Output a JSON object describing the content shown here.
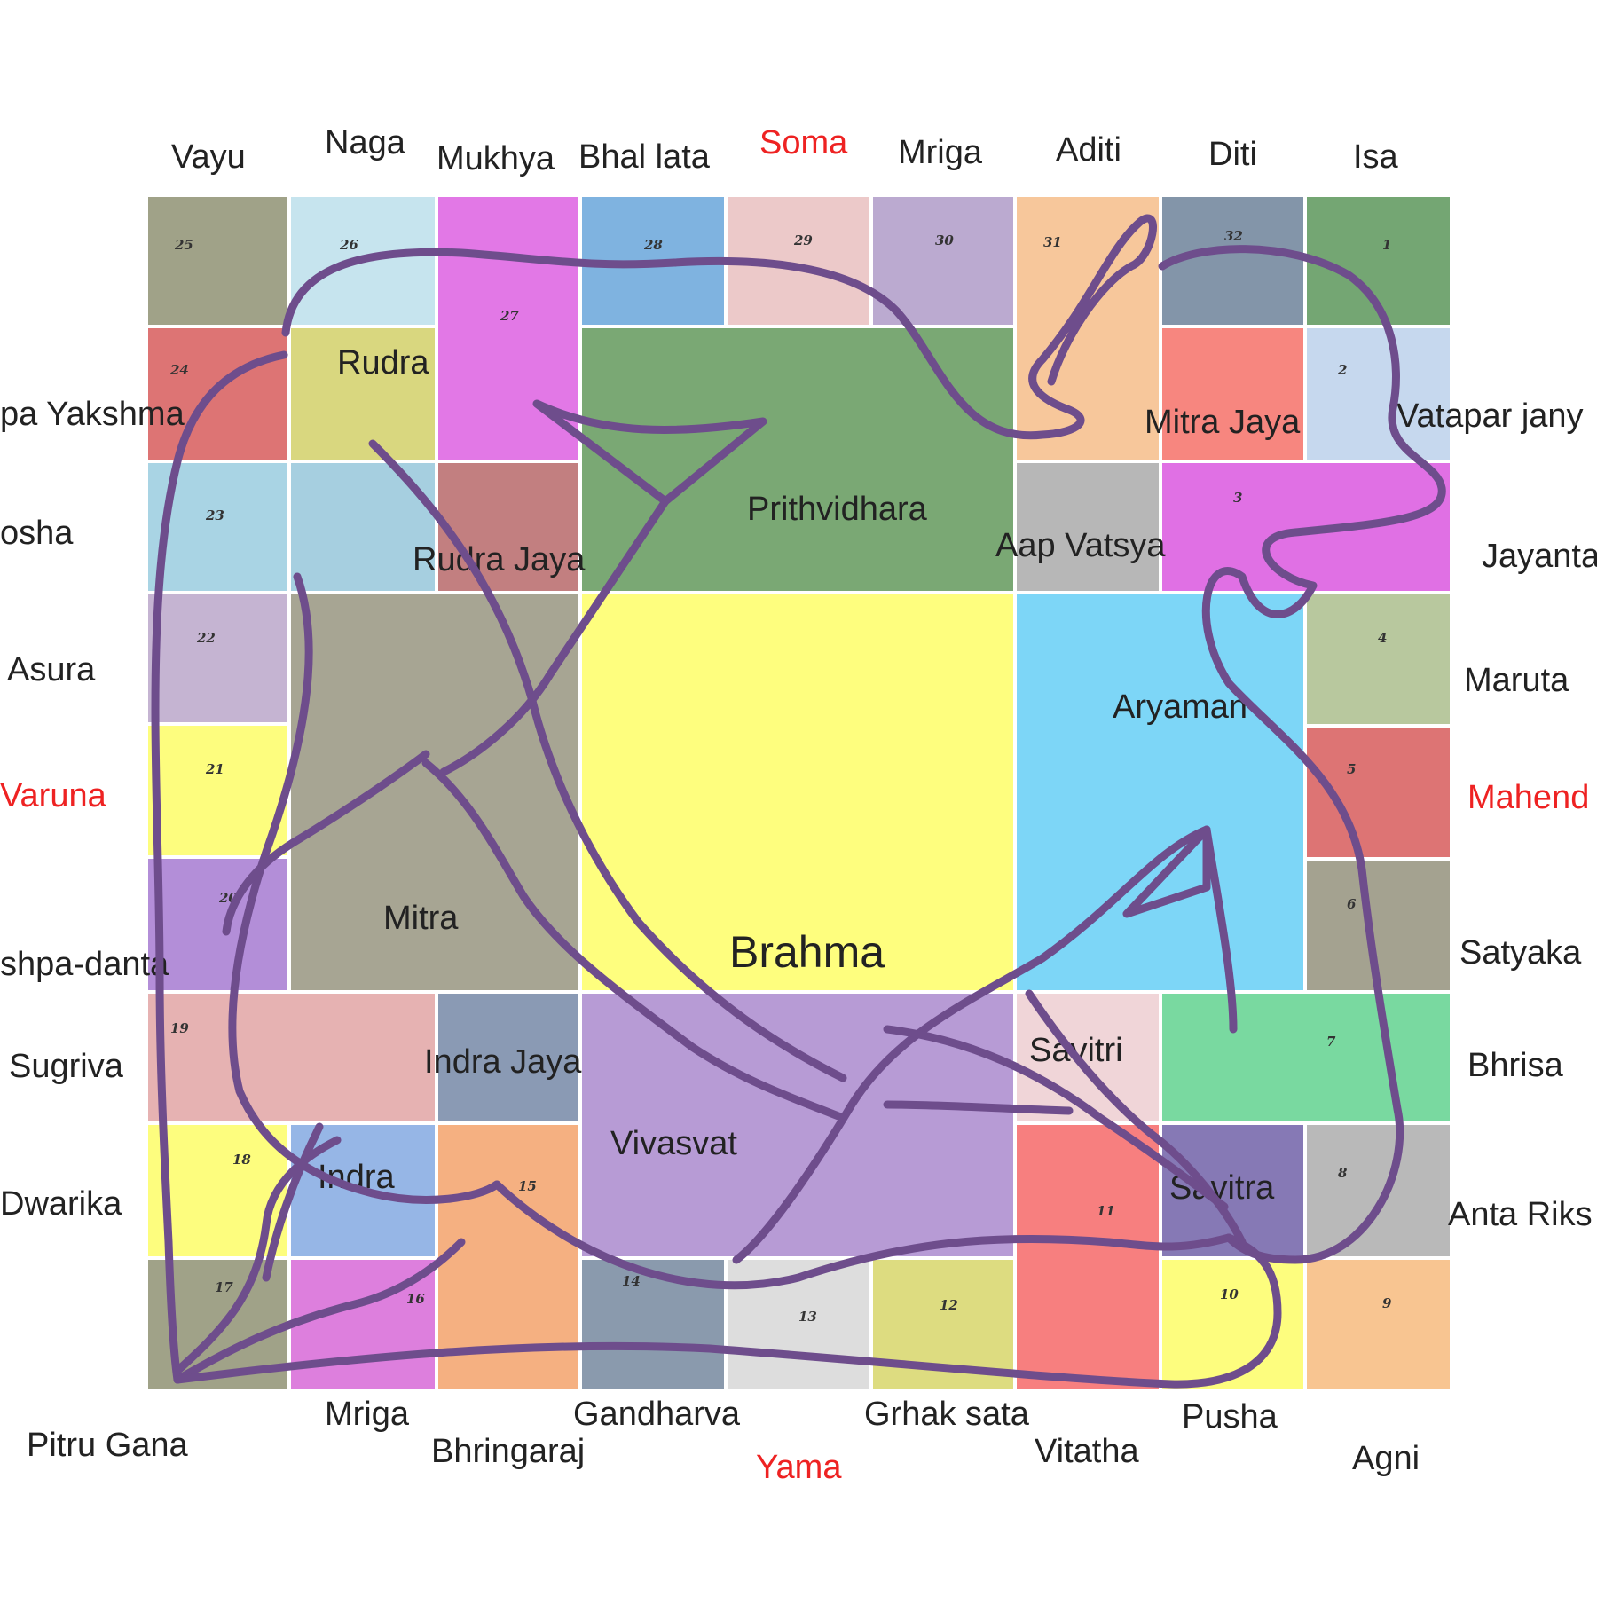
{
  "colors": {
    "figure_stroke": "#6e4d8c",
    "highlight_text": "#ee2222",
    "cell_white_border": "#ffffff"
  },
  "cells": [
    {
      "id": "c25",
      "num": "25",
      "color": "#a0a288"
    },
    {
      "id": "c26",
      "num": "26",
      "color": "#c6e4ee"
    },
    {
      "id": "c27",
      "num": "27",
      "color": "#e278e6"
    },
    {
      "id": "c28",
      "num": "28",
      "color": "#7fb3e0"
    },
    {
      "id": "c29",
      "num": "29",
      "color": "#ecc9c9"
    },
    {
      "id": "c30",
      "num": "30",
      "color": "#bbaad0"
    },
    {
      "id": "c31",
      "num": "31",
      "color": "#f7c79b"
    },
    {
      "id": "c32",
      "num": "32",
      "color": "#8395a9"
    },
    {
      "id": "c1",
      "num": "1",
      "color": "#74a673"
    },
    {
      "id": "c24",
      "num": "24",
      "color": "#dd7474"
    },
    {
      "id": "rudra",
      "label": "Rudra",
      "color": "#d9d77f"
    },
    {
      "id": "prithvidhara",
      "label": "Prithvidhara",
      "color": "#7aa874"
    },
    {
      "id": "mitrajaya",
      "label": "Mitra Jaya",
      "color": "#f7867f"
    },
    {
      "id": "c2",
      "num": "2",
      "color": "#c6d8ee"
    },
    {
      "id": "c23",
      "num": "23",
      "color": "#a9d4e4"
    },
    {
      "id": "rudrajaya_upper",
      "color": "#a6cfe0"
    },
    {
      "id": "rudrajaya",
      "label": "Rudra Jaya",
      "color": "#c27f80"
    },
    {
      "id": "aapvatsya",
      "label": "Aap Vatsya",
      "color": "#b7b7b7"
    },
    {
      "id": "c3",
      "num": "3",
      "color": "#e070e4"
    },
    {
      "id": "c22",
      "num": "22",
      "color": "#c5b4d2"
    },
    {
      "id": "mitra",
      "label": "Mitra",
      "color": "#a7a593"
    },
    {
      "id": "brahma",
      "label": "Brahma",
      "color": "#fefe7e"
    },
    {
      "id": "aryaman",
      "label": "Aryaman",
      "color": "#7dd6f7"
    },
    {
      "id": "c4",
      "num": "4",
      "color": "#b8c89e"
    },
    {
      "id": "c21",
      "num": "21",
      "color": "#fdfd7e"
    },
    {
      "id": "c5",
      "num": "5",
      "color": "#dd7474"
    },
    {
      "id": "c20",
      "num": "20",
      "color": "#b38ed8"
    },
    {
      "id": "c6",
      "num": "6",
      "color": "#a4a290"
    },
    {
      "id": "c19",
      "num": "19",
      "color": "#e6b2b2"
    },
    {
      "id": "indrajaya",
      "label": "Indra Jaya",
      "color": "#8a9ab4"
    },
    {
      "id": "vivasvat",
      "label": "Vivasvat",
      "color": "#b79bd5"
    },
    {
      "id": "savitri",
      "label": "Savitri",
      "color": "#f0d5d8"
    },
    {
      "id": "c7",
      "num": "7",
      "color": "#79d9a0"
    },
    {
      "id": "c18",
      "num": "18",
      "color": "#fdfd7e"
    },
    {
      "id": "indra",
      "label": "Indra",
      "color": "#96b6e6"
    },
    {
      "id": "c15",
      "num": "15",
      "color": "#f5b081"
    },
    {
      "id": "c11",
      "num": "11",
      "color": "#f77f7f"
    },
    {
      "id": "savitra",
      "label": "Savitra",
      "color": "#8679b5"
    },
    {
      "id": "c8",
      "num": "8",
      "color": "#b9b9b9"
    },
    {
      "id": "c17",
      "num": "17",
      "color": "#a0a288"
    },
    {
      "id": "c16",
      "num": "16",
      "color": "#dd7fdd"
    },
    {
      "id": "c14",
      "num": "14",
      "color": "#8a9aad"
    },
    {
      "id": "c13",
      "num": "13",
      "color": "#dddddd"
    },
    {
      "id": "c12",
      "num": "12",
      "color": "#dddc80"
    },
    {
      "id": "c10",
      "num": "10",
      "color": "#fdfd7e"
    },
    {
      "id": "c9",
      "num": "9",
      "color": "#f8c591"
    }
  ],
  "outer_labels": {
    "top": [
      "Vayu",
      "Naga",
      "Mukhya",
      "Bhal lata",
      "Soma",
      "Mriga",
      "Aditi",
      "Diti",
      "Isa"
    ],
    "left": [
      "pa Yakshma",
      "osha",
      "Asura",
      "Varuna",
      "shpa-danta",
      "Sugriva",
      "Dwarika",
      "Pitru Gana"
    ],
    "right": [
      "Vatapar jany",
      "Jayanta",
      "Maruta",
      "Mahend",
      "Satyaka",
      "Bhrisa",
      "Anta Riks",
      "Agni"
    ],
    "bottom": [
      "Mriga",
      "Bhringaraj",
      "Gandharva",
      "Yama",
      "Grhak sata",
      "Vitatha",
      "Pusha"
    ]
  }
}
